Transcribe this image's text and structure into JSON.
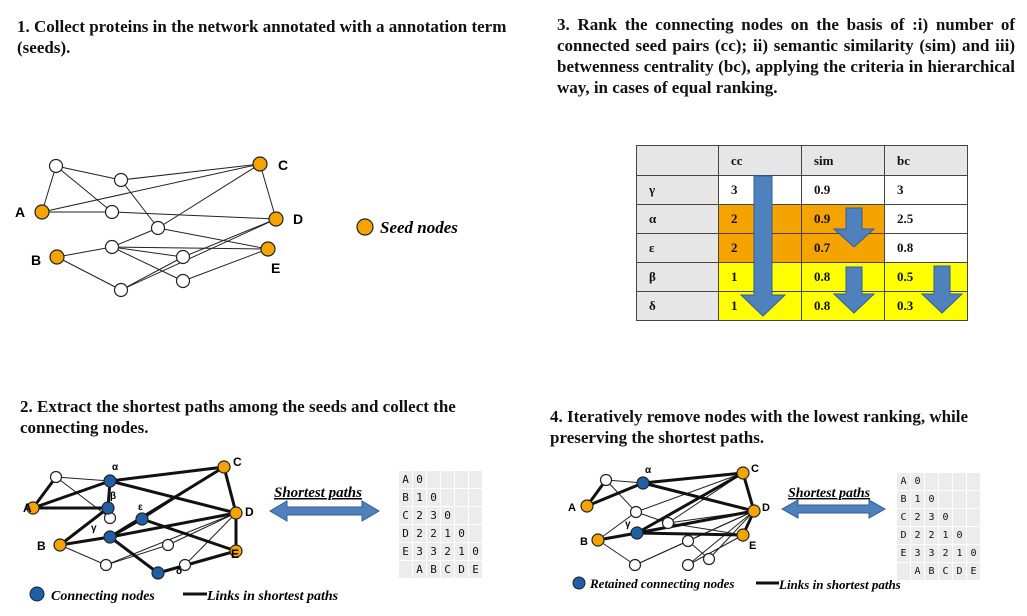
{
  "panels": {
    "step1": "1. Collect proteins in the network annotated with a annotation term (seeds).",
    "step2": "2. Extract the shortest paths among the seeds and collect the connecting nodes.",
    "step3": "3. Rank the connecting nodes on the basis of :i) number of connected seed pairs (cc);      ii) semantic similarity (sim) and iii) betwenness centrality (bc), applying the criteria in hierarchical way, in cases of equal ranking.",
    "step4": "4. Iteratively remove nodes with the lowest ranking, while preserving the shortest paths."
  },
  "legend": {
    "seed_nodes": "Seed nodes",
    "connecting_nodes": "Connecting nodes",
    "links_in_shortest_paths": "Links in shortest paths",
    "retained_connecting_nodes": "Retained connecting nodes",
    "shortest_paths": "Shortest paths"
  },
  "node_labels": {
    "A": "A",
    "B": "B",
    "C": "C",
    "D": "D",
    "E": "E",
    "alpha": "α",
    "beta": "β",
    "gamma": "γ",
    "epsilon": "ε",
    "delta": "δ"
  },
  "colors": {
    "seed": "#f5a300",
    "connecting": "#1f5fa8",
    "orange_cell": "#f5a300",
    "yellow_cell": "#ffff00",
    "arrow": "#4f81bd"
  },
  "ranking_table": {
    "headers": [
      "",
      "cc",
      "sim",
      "bc"
    ],
    "rows": [
      {
        "node": "γ",
        "cc": "3",
        "sim": "0.9",
        "bc": "3"
      },
      {
        "node": "α",
        "cc": "2",
        "sim": "0.9",
        "bc": "2.5"
      },
      {
        "node": "ε",
        "cc": "2",
        "sim": "0.7",
        "bc": "0.8"
      },
      {
        "node": "β",
        "cc": "1",
        "sim": "0.8",
        "bc": "0.5"
      },
      {
        "node": "δ",
        "cc": "1",
        "sim": "0.8",
        "bc": "0.3"
      }
    ]
  },
  "distance_matrix": {
    "rows": [
      [
        "A",
        "0",
        "",
        "",
        "",
        ""
      ],
      [
        "B",
        "1",
        "0",
        "",
        "",
        ""
      ],
      [
        "C",
        "2",
        "3",
        "0",
        "",
        ""
      ],
      [
        "D",
        "2",
        "2",
        "1",
        "0",
        ""
      ],
      [
        "E",
        "3",
        "3",
        "2",
        "1",
        "0"
      ],
      [
        "",
        "A",
        "B",
        "C",
        "D",
        "E"
      ]
    ]
  }
}
